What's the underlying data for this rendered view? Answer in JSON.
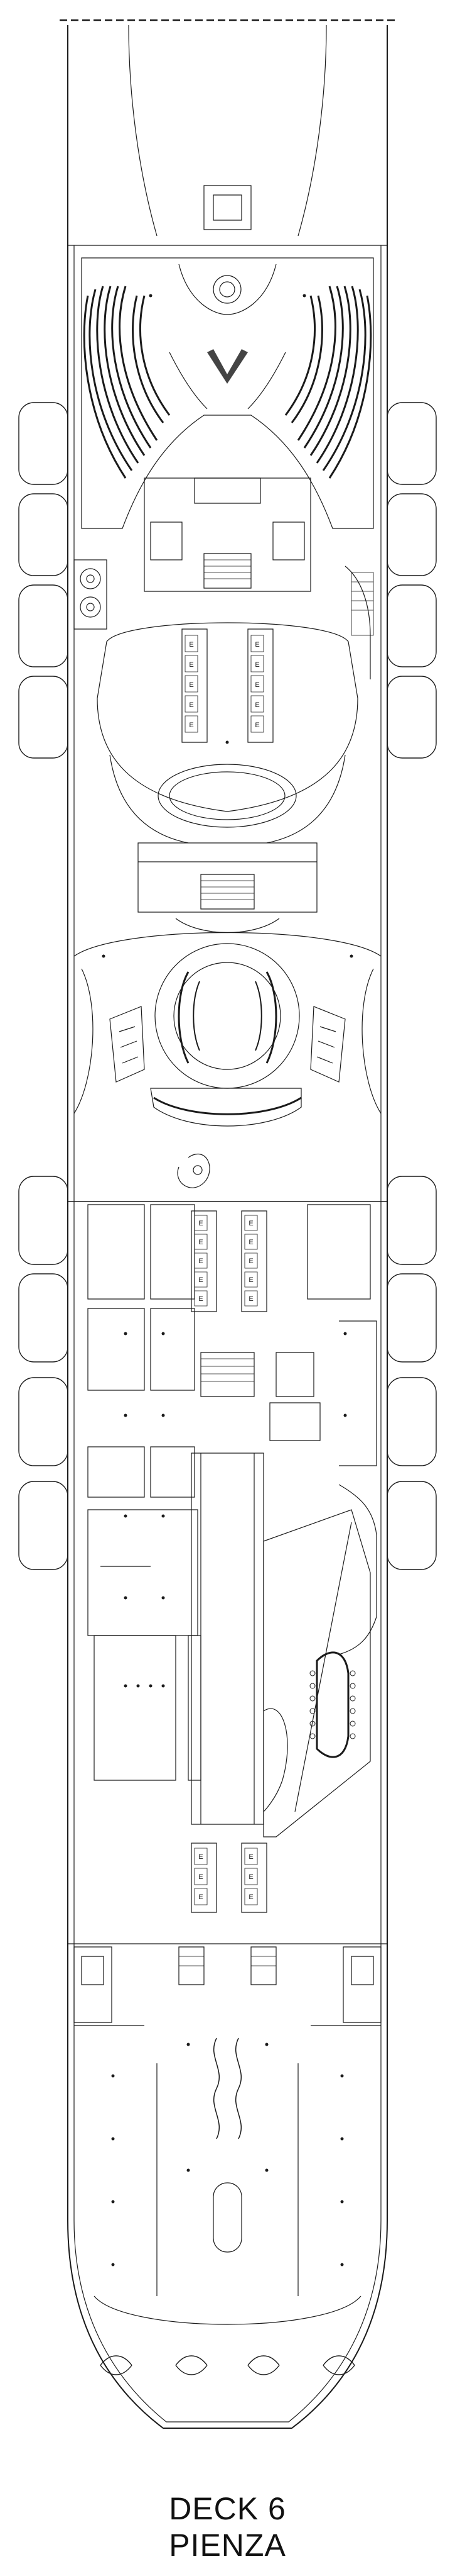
{
  "deck": {
    "title": "DECK 6",
    "name": "PIENZA"
  },
  "plan": {
    "stroke_color": "#1a1a1a",
    "background_color": "#ffffff",
    "elevator_label": "E",
    "elevator_banks": [
      {
        "zone": "forward-lobby",
        "left_count": 5,
        "right_count": 5
      },
      {
        "zone": "midship",
        "left_count": 5,
        "right_count": 5
      },
      {
        "zone": "aft-lobby",
        "left_count": 3,
        "right_count": 3
      }
    ],
    "lifeboats_port": 8,
    "lifeboats_starboard": 8
  }
}
